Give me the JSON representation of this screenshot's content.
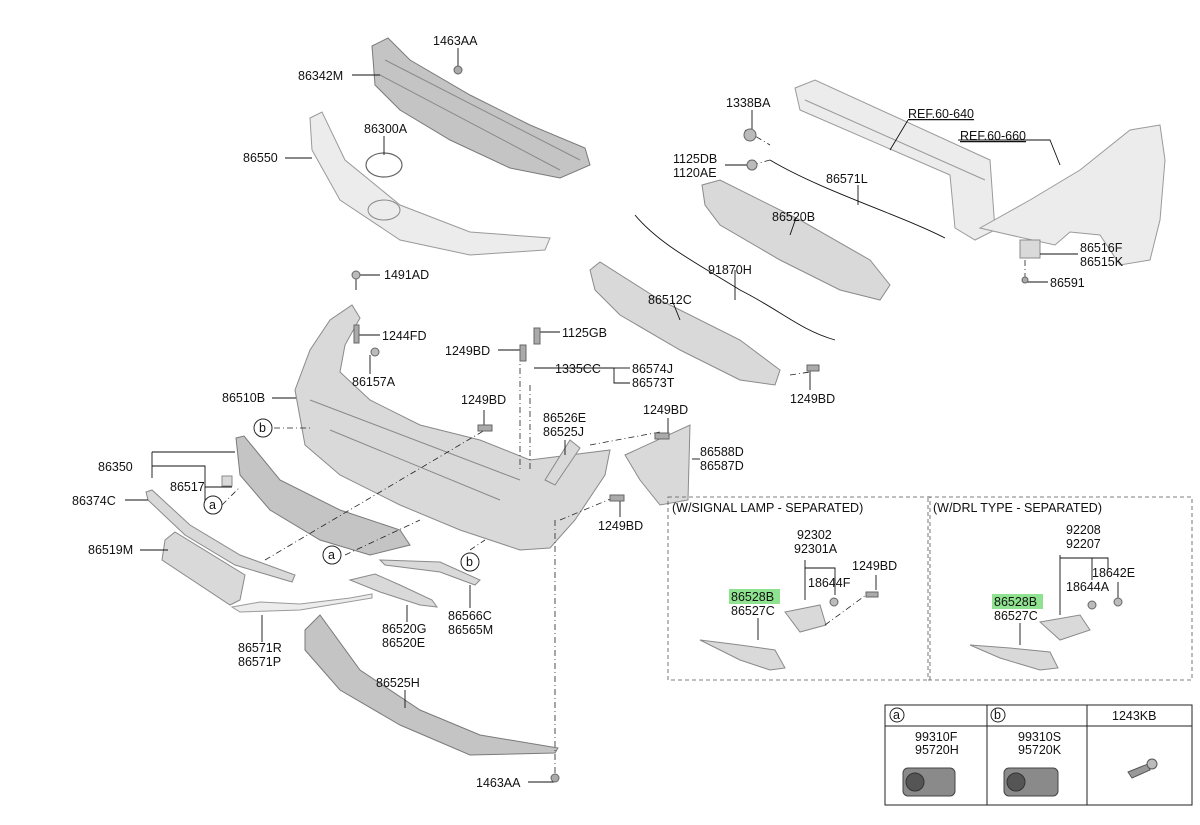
{
  "labels": {
    "p1463AA_top": "1463AA",
    "p86342M": "86342M",
    "p86300A": "86300A",
    "p86550": "86550",
    "p1338BA": "1338BA",
    "pREF640": "REF.60-640",
    "pREF660": "REF.60-660",
    "p1125DB": "1125DB",
    "p1120AE": "1120AE",
    "p86571L": "86571L",
    "p86520B": "86520B",
    "p86516F": "86516F",
    "p86515K": "86515K",
    "p86591": "86591",
    "p91870H": "91870H",
    "p1491AD": "1491AD",
    "p86512C": "86512C",
    "p1244FD": "1244FD",
    "p1125GB": "1125GB",
    "p1249BD_a": "1249BD",
    "p1335CC": "1335CC",
    "p86574J": "86574J",
    "p86573T": "86573T",
    "p1249BD_b": "1249BD",
    "p86157A": "86157A",
    "p86510B": "86510B",
    "p1249BD_c": "1249BD",
    "p86526E": "86526E",
    "p86525J": "86525J",
    "p1249BD_d": "1249BD",
    "p86588D": "86588D",
    "p86587D": "86587D",
    "p86350": "86350",
    "p86517": "86517",
    "p86374C": "86374C",
    "p1249BD_e": "1249BD",
    "p86519M": "86519M",
    "p86566C": "86566C",
    "p86565M": "86565M",
    "p86520G": "86520G",
    "p86520E": "86520E",
    "p86571R": "86571R",
    "p86571P": "86571P",
    "p86525H": "86525H",
    "p1463AA_bot": "1463AA"
  },
  "callouts": {
    "a": "a",
    "b": "b"
  },
  "signal_box": {
    "title": "(W/SIGNAL LAMP - SEPARATED)",
    "p92302": "92302",
    "p92301A": "92301A",
    "p18644F": "18644F",
    "p1249BD": "1249BD",
    "p86528B": "86528B",
    "p86527C": "86527C"
  },
  "drl_box": {
    "title": "(W/DRL TYPE - SEPARATED)",
    "p92208": "92208",
    "p92207": "92207",
    "p18644A": "18644A",
    "p18642E": "18642E",
    "p86528B": "86528B",
    "p86527C": "86527C"
  },
  "table": {
    "col_a": {
      "key": "a",
      "line1": "99310F",
      "line2": "95720H"
    },
    "col_b": {
      "key": "b",
      "line1": "99310S",
      "line2": "95720K"
    },
    "col_c": {
      "header": "1243KB"
    }
  },
  "colors": {
    "highlight": "#8fe28f",
    "part_fill": "#d9d9d9"
  }
}
